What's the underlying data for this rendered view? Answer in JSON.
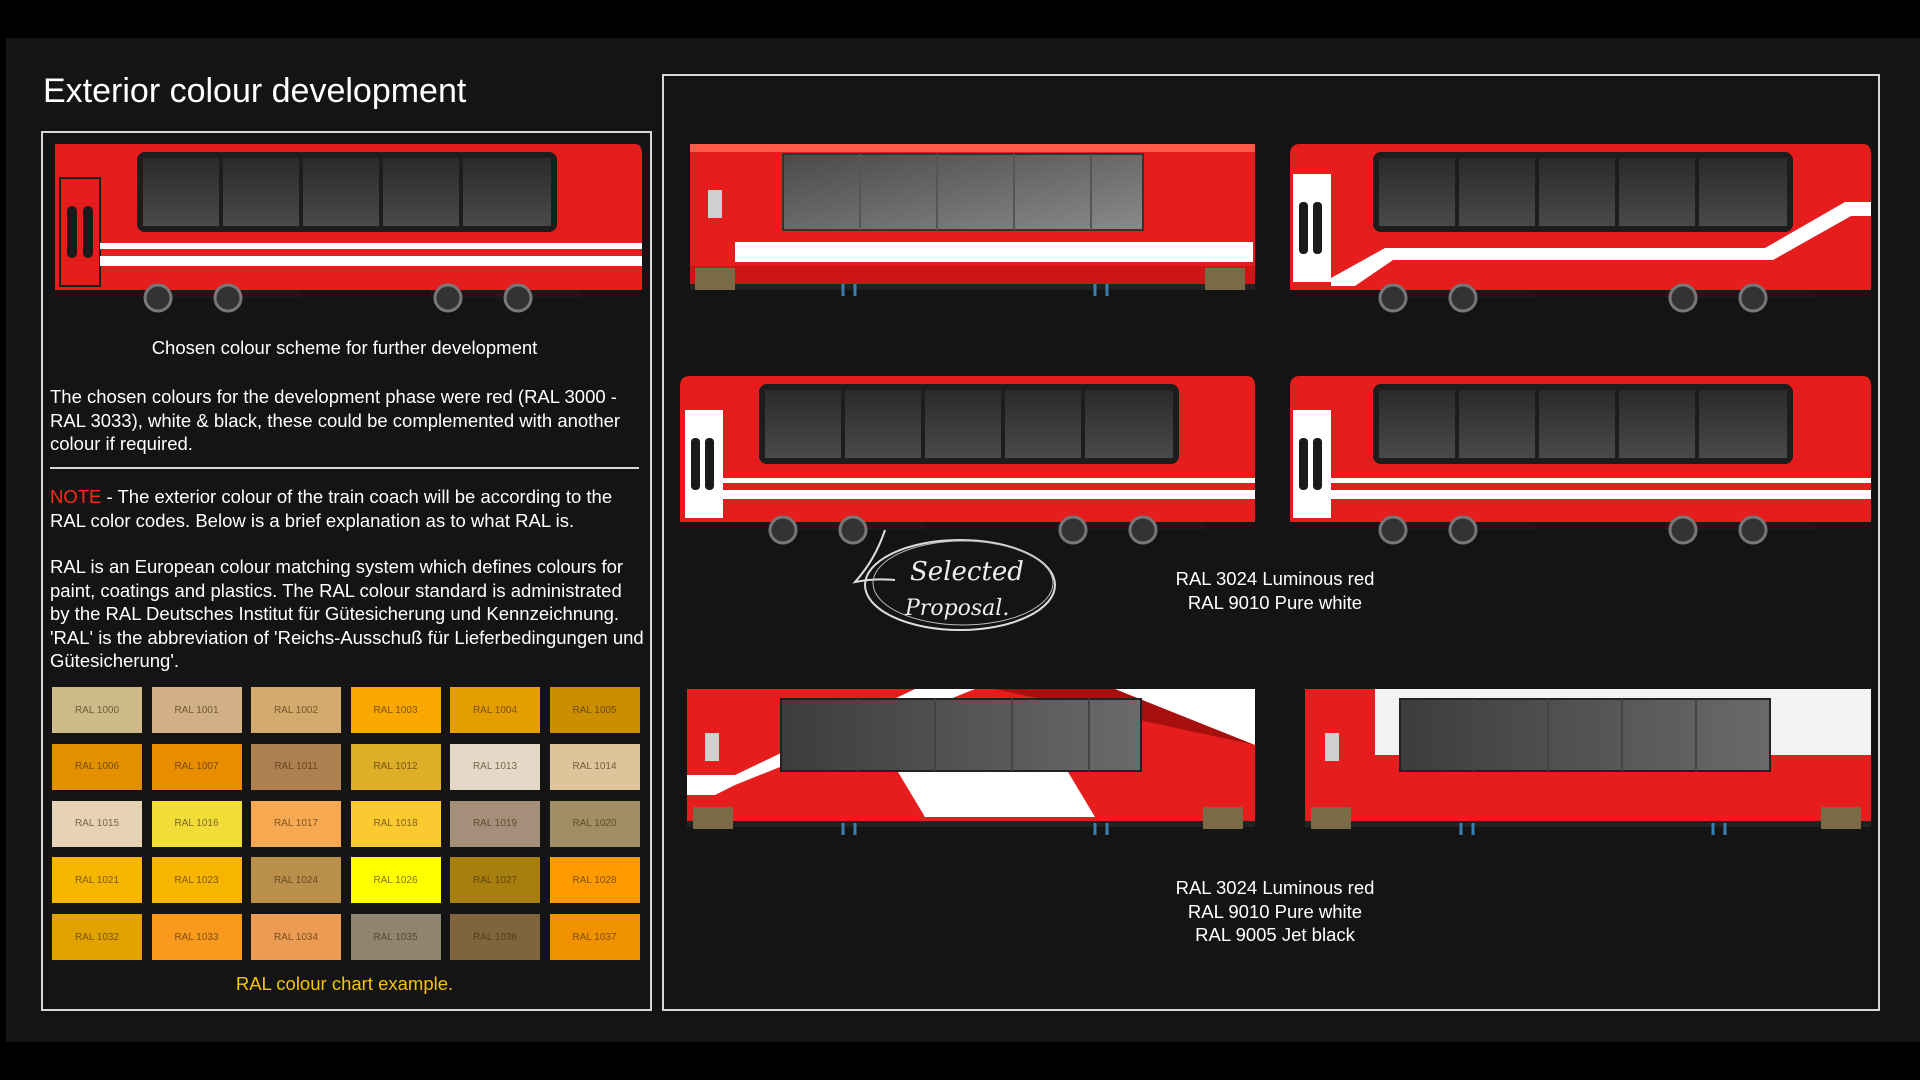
{
  "title": "Exterior colour development",
  "left": {
    "chosen_caption": "Chosen colour scheme for further development",
    "paragraph1": "The chosen colours for the development phase were red (RAL 3000 - RAL 3033), white & black, these could be complemented with another colour if required.",
    "note_label": "NOTE",
    "note_text": " - The exterior colour of the train coach will be according to the RAL color codes. Below is a brief explanation as to what RAL is.",
    "paragraph3": "RAL is an European colour matching system which defines colours for paint, coatings and plastics. The RAL colour standard is administrated by the RAL Deutsches Institut für Gütesicherung und Kennzeichnung. 'RAL' is the abbreviation of 'Reichs-Ausschuß für Lieferbedingungen und Gütesicherung'.",
    "chart_caption": "RAL colour chart example.",
    "swatches": [
      {
        "label": "RAL 1000",
        "color": "#cdba88"
      },
      {
        "label": "RAL 1001",
        "color": "#d0b084"
      },
      {
        "label": "RAL 1002",
        "color": "#d2aa6d"
      },
      {
        "label": "RAL 1003",
        "color": "#f9a800"
      },
      {
        "label": "RAL 1004",
        "color": "#e49e00"
      },
      {
        "label": "RAL 1005",
        "color": "#cb8e00"
      },
      {
        "label": "RAL 1006",
        "color": "#e29000"
      },
      {
        "label": "RAL 1007",
        "color": "#e88c00"
      },
      {
        "label": "RAL 1011",
        "color": "#af804f"
      },
      {
        "label": "RAL 1012",
        "color": "#ddaf27"
      },
      {
        "label": "RAL 1013",
        "color": "#e3d9c6"
      },
      {
        "label": "RAL 1014",
        "color": "#ddc49a"
      },
      {
        "label": "RAL 1015",
        "color": "#e6d2b5"
      },
      {
        "label": "RAL 1016",
        "color": "#f1dd38"
      },
      {
        "label": "RAL 1017",
        "color": "#f6a950"
      },
      {
        "label": "RAL 1018",
        "color": "#faca30"
      },
      {
        "label": "RAL 1019",
        "color": "#a48f7a"
      },
      {
        "label": "RAL 1020",
        "color": "#a08f65"
      },
      {
        "label": "RAL 1021",
        "color": "#f6b600"
      },
      {
        "label": "RAL 1023",
        "color": "#f7b500"
      },
      {
        "label": "RAL 1024",
        "color": "#ba8f4c"
      },
      {
        "label": "RAL 1026",
        "color": "#ffff00"
      },
      {
        "label": "RAL 1027",
        "color": "#a77f0e"
      },
      {
        "label": "RAL 1028",
        "color": "#ff9b00"
      },
      {
        "label": "RAL 1032",
        "color": "#e2a300"
      },
      {
        "label": "RAL 1033",
        "color": "#f99a1c"
      },
      {
        "label": "RAL 1034",
        "color": "#eb9c52"
      },
      {
        "label": "RAL 1035",
        "color": "#908370"
      },
      {
        "label": "RAL 1036",
        "color": "#80643f"
      },
      {
        "label": "RAL 1037",
        "color": "#f09200"
      }
    ]
  },
  "right": {
    "annotation1_line1": "RAL 3024 Luminous red",
    "annotation1_line2": "RAL 9010 Pure white",
    "annotation2_line1": "RAL 3024 Luminous red",
    "annotation2_line2": "RAL 9010 Pure white",
    "annotation2_line3": "RAL 9005 Jet black",
    "sketch_line1": "Selected",
    "sketch_line2": "Proposal."
  },
  "colors": {
    "train_red": "#e51d1d",
    "white": "#ffffff",
    "window": "#3a3a3a",
    "note_red": "#ff2a1a",
    "caption_yellow": "#f4c400"
  }
}
